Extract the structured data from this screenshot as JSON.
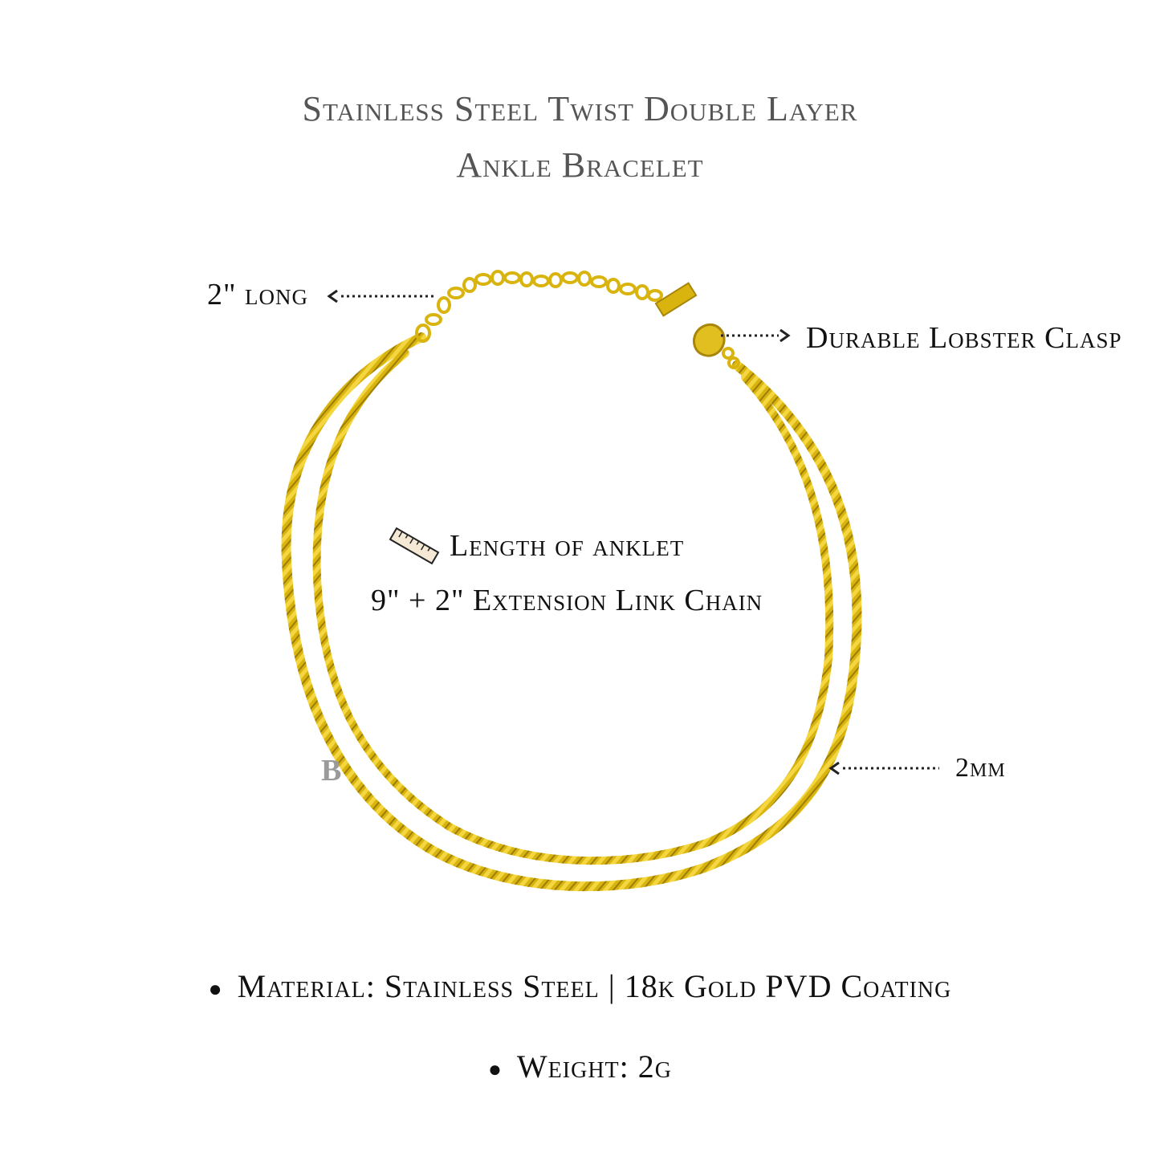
{
  "title": {
    "line1": "Stainless Steel Twist Double Layer",
    "line2": "Ankle Bracelet"
  },
  "callouts": {
    "extension": "2\" long",
    "clasp": "Durable Lobster Clasp",
    "width": "2mm"
  },
  "length": {
    "icon": "ruler-icon",
    "heading": "Length of anklet",
    "value": "9\" + 2\" Extension Link Chain"
  },
  "specs": {
    "material": "Material: Stainless Steel | 18k Gold PVD Coating",
    "weight": "Weight: 2g"
  },
  "watermark": "B",
  "colors": {
    "gold": "#d9b40f",
    "gold_dark": "#a8860a",
    "title_gray": "#555555"
  }
}
